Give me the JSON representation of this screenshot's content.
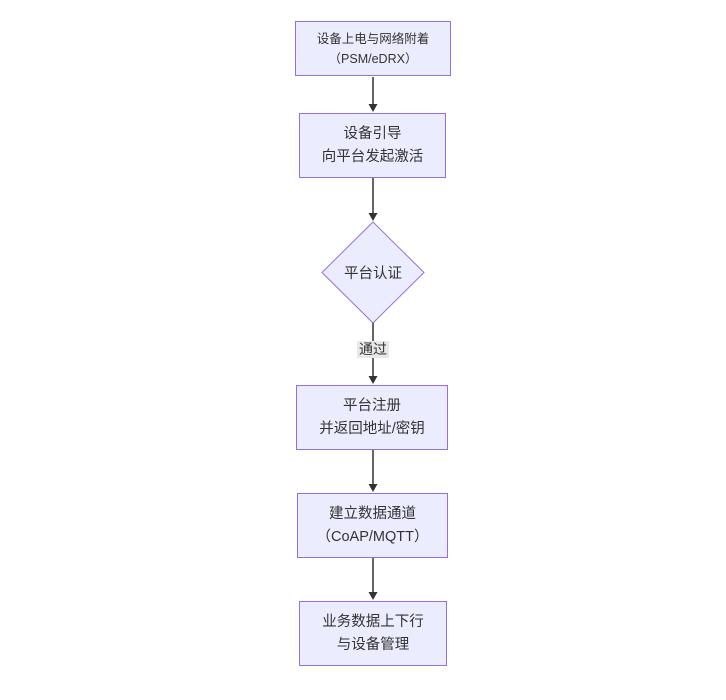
{
  "diagram": {
    "type": "flowchart",
    "direction": "top-down",
    "colors": {
      "background": "#ffffff",
      "node_fill": "#ECECFF",
      "node_border": "#9370DB",
      "node_text": "#333333",
      "edge_line": "#333333",
      "edge_label_bg": "#e8e8e8"
    },
    "nodes": {
      "power_attach": {
        "shape": "rect",
        "line1": "设备上电与网络附着",
        "line2": "（PSM/eDRX）"
      },
      "bootstrap": {
        "shape": "rect",
        "line1": "设备引导",
        "line2": "向平台发起激活"
      },
      "auth": {
        "shape": "diamond",
        "line1": "平台认证"
      },
      "register": {
        "shape": "rect",
        "line1": "平台注册",
        "line2": "并返回地址/密钥"
      },
      "channel": {
        "shape": "rect",
        "line1": "建立数据通道",
        "line2": "（CoAP/MQTT）"
      },
      "business": {
        "shape": "rect",
        "line1": "业务数据上下行",
        "line2": "与设备管理"
      }
    },
    "edges": {
      "flow": [
        {
          "from": "power_attach",
          "to": "bootstrap",
          "label": ""
        },
        {
          "from": "bootstrap",
          "to": "auth",
          "label": ""
        },
        {
          "from": "auth",
          "to": "register",
          "label": "通过"
        },
        {
          "from": "register",
          "to": "channel",
          "label": ""
        },
        {
          "from": "channel",
          "to": "business",
          "label": ""
        }
      ],
      "pass_label": "通过"
    }
  }
}
